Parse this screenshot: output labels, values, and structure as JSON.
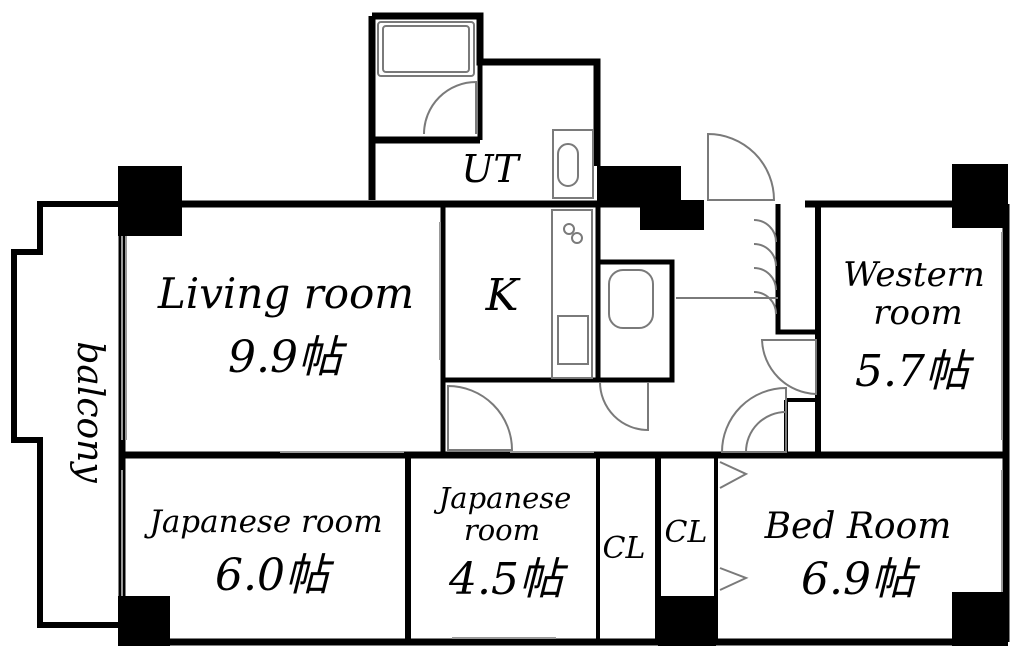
{
  "rooms": {
    "ut": "UT",
    "kitchen": "K",
    "living": {
      "name": "Living room",
      "size": "9.9帖"
    },
    "western": {
      "line1": "Western",
      "line2": "room",
      "size": "5.7帖"
    },
    "balcony": "balcony",
    "japanese_large": {
      "name": "Japanese room",
      "size": "6.0帖"
    },
    "japanese_small": {
      "line1": "Japanese",
      "line2": "room",
      "size": "4.5帖"
    },
    "closet_a": "CL",
    "closet_b": "CL",
    "bedroom": {
      "name": "Bed Room",
      "size": "6.9帖"
    }
  },
  "colors": {
    "wall": "#000000",
    "background": "#ffffff",
    "line": "#7a7a7a"
  }
}
